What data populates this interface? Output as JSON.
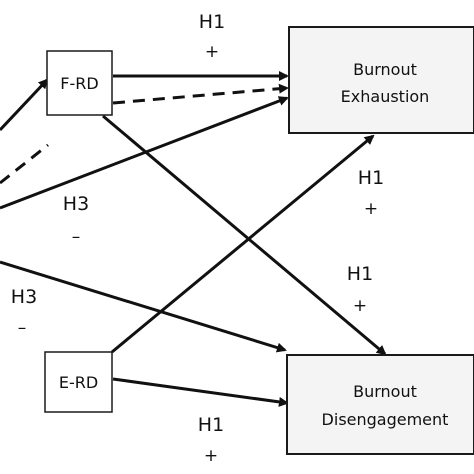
{
  "nodes": {
    "frd": {
      "label": "F-RD"
    },
    "erd": {
      "label": "E-RD"
    },
    "exhaustion": {
      "line1": "Burnout",
      "line2": "Exhaustion"
    },
    "disengagement": {
      "line1": "Burnout",
      "line2": "Disengagement"
    }
  },
  "labels": {
    "h1_top": {
      "code": "H1",
      "sign": "+"
    },
    "h1_mid": {
      "code": "H1",
      "sign": "+"
    },
    "h1_lower": {
      "code": "H1",
      "sign": "+"
    },
    "h1_bottom": {
      "code": "H1",
      "sign": "+"
    },
    "h3_upper": {
      "code": "H3",
      "sign": "–"
    },
    "h3_lower": {
      "code": "H3",
      "sign": "–"
    }
  },
  "colors": {
    "line": "#111111",
    "outcome_fill": "#f4f4f4",
    "background": "#ffffff"
  }
}
